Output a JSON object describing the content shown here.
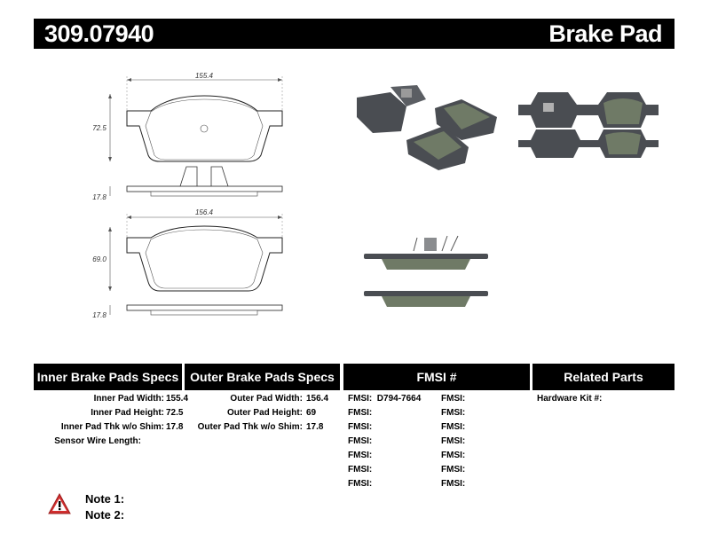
{
  "header": {
    "part_number": "309.07940",
    "title": "Brake Pad"
  },
  "drawings": {
    "inner": {
      "width": "155.4",
      "height": "72.5",
      "thickness": "17.8"
    },
    "outer": {
      "width": "156.4",
      "height": "69.0",
      "thickness": "17.8"
    }
  },
  "sections": {
    "inner_specs": "Inner Brake Pads Specs",
    "outer_specs": "Outer Brake Pads Specs",
    "fmsi": "FMSI #",
    "related": "Related Parts"
  },
  "inner_specs": [
    {
      "label": "Inner Pad Width:",
      "value": "155.4"
    },
    {
      "label": "Inner Pad Height:",
      "value": "72.5"
    },
    {
      "label": "Inner Pad Thk w/o Shim:",
      "value": "17.8"
    },
    {
      "label": "Sensor Wire Length:",
      "value": ""
    }
  ],
  "outer_specs": [
    {
      "label": "Outer Pad Width:",
      "value": "156.4"
    },
    {
      "label": "Outer Pad Height:",
      "value": "69"
    },
    {
      "label": "Outer Pad Thk w/o Shim:",
      "value": "17.8"
    }
  ],
  "fmsi": {
    "label": "FMSI:",
    "left_values": [
      "D794-7664",
      "",
      "",
      "",
      "",
      "",
      ""
    ],
    "right_values": [
      "",
      "",
      "",
      "",
      "",
      "",
      ""
    ]
  },
  "related_parts": [
    {
      "label": "Hardware Kit #:",
      "value": ""
    }
  ],
  "notes": [
    {
      "label": "Note 1:",
      "value": ""
    },
    {
      "label": "Note 2:",
      "value": ""
    }
  ],
  "colors": {
    "header_bg": "#000000",
    "pad_friction": "#6f7a66",
    "pad_plate": "#4a4d52",
    "warning": "#d32f2f"
  }
}
